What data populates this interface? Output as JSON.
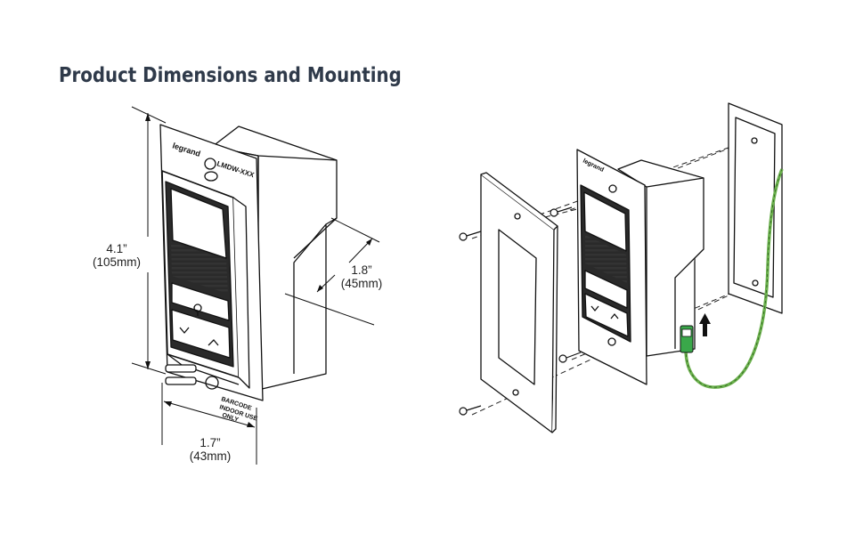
{
  "title": "Product Dimensions and Mounting",
  "dimensions": {
    "height": {
      "value": "4.1”",
      "metric": "(105mm)"
    },
    "depth": {
      "value": "1.8”",
      "metric": "(45mm)"
    },
    "width": {
      "value": "1.7”",
      "metric": "(43mm)"
    }
  },
  "device_labels": {
    "brand": "legrand",
    "model": "LMDW-XXX",
    "barcode_note": [
      "BARCODE",
      "INDOOR USE",
      "ONLY"
    ],
    "front_brand": "legrand"
  },
  "colors": {
    "title": "#2f3a4a",
    "wire": "#6ab04c",
    "connector": "#3aa84a",
    "line": "#111111"
  },
  "icons": [
    "bulb-icon",
    "chevron-down-icon",
    "chevron-up-icon",
    "arrow-up-icon",
    "screw-icon"
  ]
}
